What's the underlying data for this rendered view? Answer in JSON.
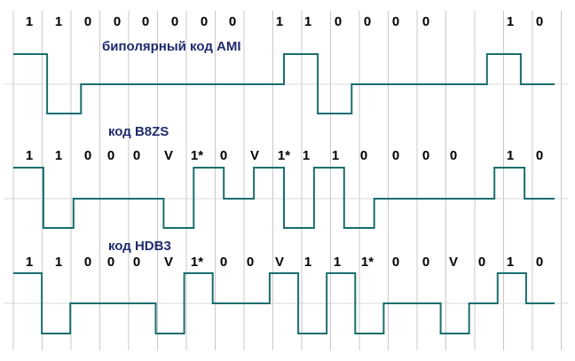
{
  "colors": {
    "signal": "#1a6e6e",
    "grid": "#c8c8c8",
    "baseline": "#d8d8d8",
    "title": "#1f2a6e",
    "bits": "#000000",
    "background": "#ffffff"
  },
  "panels": [
    {
      "title": "биполярный код AMI",
      "bits": [
        "1",
        "1",
        "0",
        "0",
        "0",
        "0",
        "0",
        "0",
        "1",
        "1",
        "0",
        "0",
        "0",
        "0",
        "1",
        "0"
      ],
      "levels": [
        1,
        -1,
        0,
        0,
        0,
        0,
        0,
        0,
        1,
        -1,
        0,
        0,
        0,
        0,
        1,
        0
      ]
    },
    {
      "title": "код B8ZS",
      "bits": [
        "1",
        "1",
        "0",
        "0",
        "0",
        "V",
        "1*",
        "0",
        "V",
        "1*",
        "1",
        "1",
        "0",
        "0",
        "0",
        "0",
        "1",
        "0"
      ],
      "levels": [
        1,
        -1,
        0,
        0,
        0,
        -1,
        1,
        0,
        1,
        -1,
        1,
        -1,
        0,
        0,
        0,
        0,
        1,
        0
      ]
    },
    {
      "title": "код HDB3",
      "bits": [
        "1",
        "1",
        "0",
        "0",
        "0",
        "V",
        "1*",
        "0",
        "0",
        "V",
        "1",
        "1",
        "1*",
        "0",
        "0",
        "V",
        "0",
        "1",
        "0"
      ],
      "levels": [
        1,
        -1,
        0,
        0,
        0,
        -1,
        1,
        0,
        0,
        1,
        -1,
        1,
        -1,
        0,
        0,
        -1,
        0,
        1,
        0
      ]
    }
  ]
}
